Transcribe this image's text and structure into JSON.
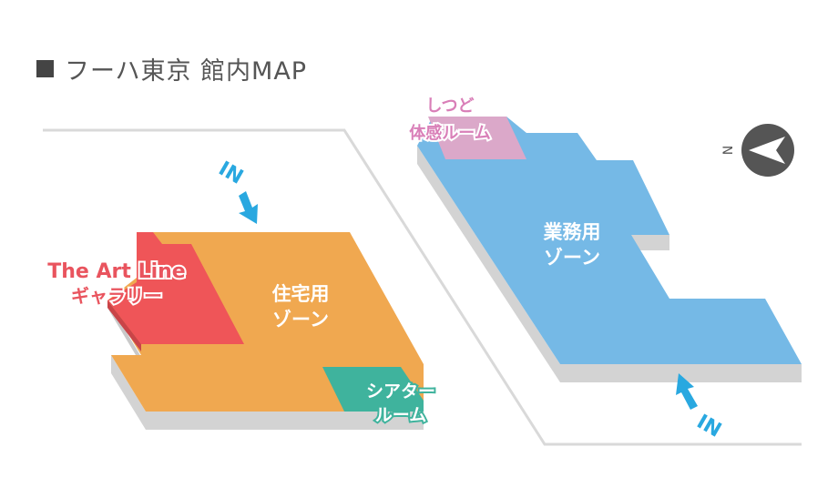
{
  "title": "フーハ東京 館内MAP",
  "compass": {
    "label": "N",
    "icon": "north-arrow-icon"
  },
  "areas": {
    "main": {
      "label_line1": "住宅用",
      "label_line2": "ゾーン",
      "color": "#f0a850"
    },
    "gallery": {
      "label_line1": "The Art Line",
      "label_line2": "ギャラリー",
      "color": "#ef5558",
      "label_color": "#e9545e"
    },
    "theater": {
      "label_line1": "シアター",
      "label_line2": "ルーム",
      "color": "#3fb39d"
    },
    "business": {
      "label_line1": "業務用",
      "label_line2": "ゾーン",
      "color": "#75b9e6"
    },
    "work": {
      "label_line1": "しつど",
      "label_line2": "体感ルーム",
      "color": "#dba8c9",
      "label_color": "#d97fb8"
    }
  },
  "entrances": [
    {
      "label": "IN"
    },
    {
      "label": "IN"
    }
  ],
  "colors": {
    "side": "#d3d3d3",
    "outline": "#d9d9d9",
    "arrow": "#29a8e0",
    "title": "#555555"
  }
}
